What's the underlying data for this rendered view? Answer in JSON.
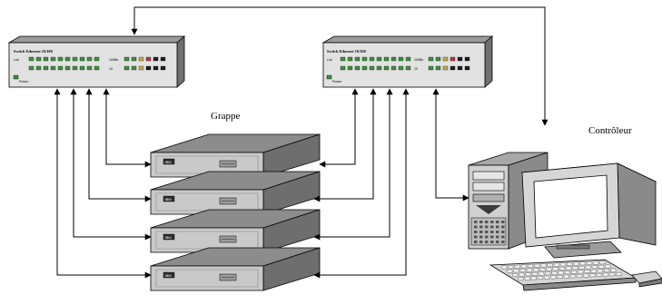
{
  "labels": {
    "cluster": "Grappe",
    "controller": "Contrôleur"
  },
  "switches": [
    {
      "title": "Switch Ethernet 10/100",
      "port_label": "Lnk",
      "speed_top": "100Bs",
      "speed_bottom": "10",
      "power_label": "Power"
    },
    {
      "title": "Switch Ethernet 10/100",
      "port_label": "Lnk",
      "speed_top": "100Bs",
      "speed_bottom": "10",
      "power_label": "Power"
    }
  ],
  "servers": [
    {
      "badge": "IBM"
    },
    {
      "badge": "IBM"
    },
    {
      "badge": "IBM"
    },
    {
      "badge": "IBM"
    }
  ],
  "colors": {
    "chassis_top": "#9a9a9a",
    "chassis_front": "#e2e2e2",
    "led_green": "#3f8f3f",
    "led_dark": "#1e1e1e",
    "led_amber": "#c8a84a",
    "led_red": "#b23a3a",
    "server_top": "#8c8c8c",
    "server_front": "#c9c9c9",
    "server_side": "#6e6e6e",
    "monitor_body": "#d6d6d6",
    "screen": "#ffffff"
  }
}
